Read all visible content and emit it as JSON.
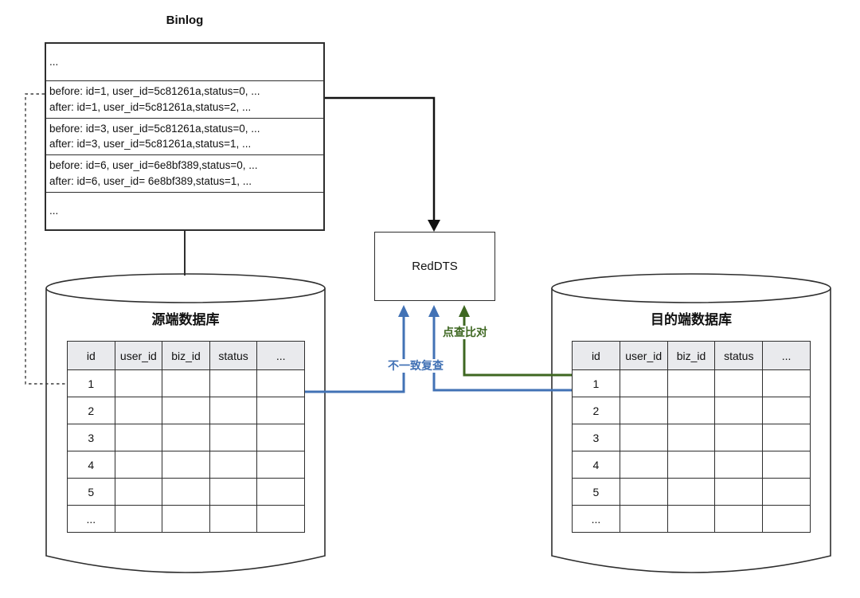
{
  "binlog": {
    "title": "Binlog",
    "rows": [
      {
        "lines": [
          "..."
        ]
      },
      {
        "lines": [
          "before: id=1, user_id=5c81261a,status=0, ...",
          "after: id=1, user_id=5c81261a,status=2, ..."
        ]
      },
      {
        "lines": [
          "before: id=3, user_id=5c81261a,status=0, ...",
          "after: id=3, user_id=5c81261a,status=1, ..."
        ]
      },
      {
        "lines": [
          "before: id=6, user_id=6e8bf389,status=0, ...",
          "after: id=6, user_id= 6e8bf389,status=1, ..."
        ]
      },
      {
        "lines": [
          "..."
        ]
      }
    ]
  },
  "reddts": {
    "label": "RedDTS"
  },
  "source_db": {
    "title": "源端数据库",
    "columns": [
      "id",
      "user_id",
      "biz_id",
      "status",
      "..."
    ],
    "rows": [
      "1",
      "2",
      "3",
      "4",
      "5",
      "..."
    ]
  },
  "target_db": {
    "title": "目的端数据库",
    "columns": [
      "id",
      "user_id",
      "biz_id",
      "status",
      "..."
    ],
    "rows": [
      "1",
      "2",
      "3",
      "4",
      "5",
      "..."
    ]
  },
  "edges": {
    "recheck_label": "不一致复查",
    "pointcheck_label": "点查比对"
  },
  "colors": {
    "line_blue": "#4272b5",
    "line_green": "#3e6721",
    "arrow_black": "#111111",
    "table_header_bg": "#e9eaed",
    "border": "#2e2e2e"
  }
}
